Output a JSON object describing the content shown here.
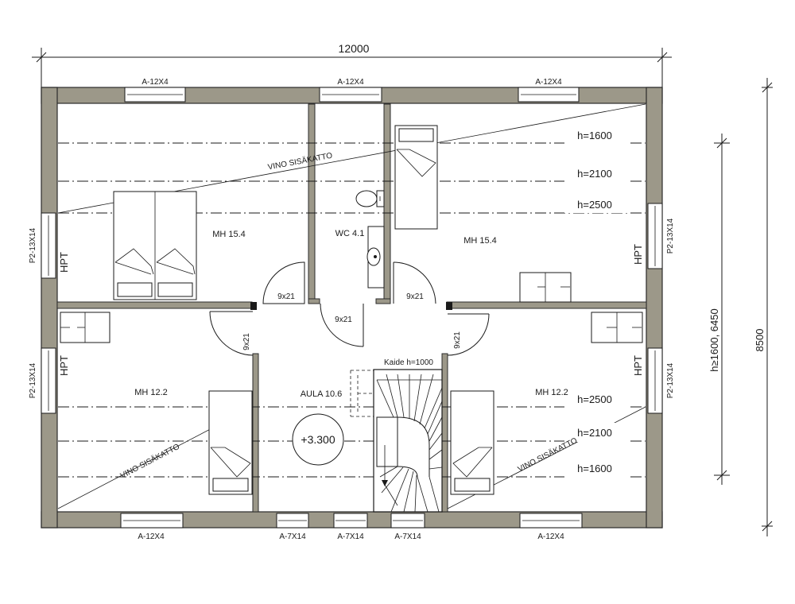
{
  "dimensions": {
    "width": "12000",
    "depth": "8500",
    "knee": "h≥1600,  6450"
  },
  "rooms": {
    "mh_nw": "MH 15.4",
    "mh_ne": "MH 15.4",
    "wc": "WC 4.1",
    "mh_sw": "MH 12.2",
    "mh_se": "MH 12.2",
    "aula": "AULA 10.6"
  },
  "level": "+3.300",
  "railing": "Kaide h=1000",
  "ceiling_label": "VINO SISÄKATTO",
  "heights": [
    "h=1600",
    "h=2100",
    "h=2500"
  ],
  "windows": {
    "top": [
      "A-12X4",
      "A-12X4",
      "A-12X4"
    ],
    "bottom_large": [
      "A-12X4",
      "A-12X4"
    ],
    "bottom_small": [
      "A-7X14",
      "A-7X14",
      "A-7X14"
    ],
    "side": "P2-13X14"
  },
  "doors": {
    "d1": "9x21",
    "d2": "9x21",
    "d3": "9x21",
    "d4": "9x21",
    "d5": "9x21"
  },
  "hpt": "HPT"
}
